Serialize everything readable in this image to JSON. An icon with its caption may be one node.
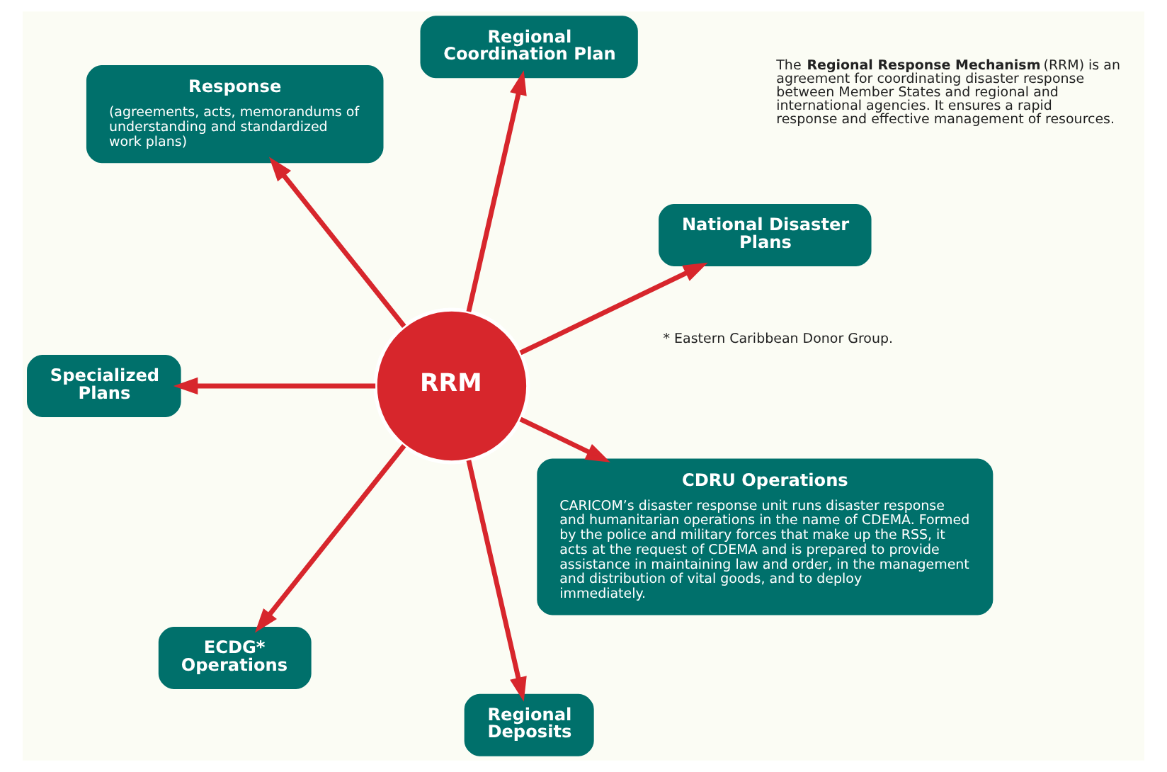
{
  "diagram": {
    "nodes": [
      {
        "text": [
          "National Disaster Plans"
        ]
      },
      {
        "text": [
          "Regional Coordination Plan"
        ]
      },
      {
        "text": [
          "Response",
          "(agreements, acts, memorandums of understanding and standardized work plans)"
        ]
      },
      {
        "text": [
          "RRM"
        ]
      },
      {
        "text": [
          "Specialized Plans"
        ]
      },
      {
        "text": [
          "ECDG* Operations"
        ]
      },
      {
        "text": [
          "Regional Deposits"
        ]
      },
      {
        "text": [
          "CDRU Operations",
          "CARICOM’s disaster response unit runs disaster response and humanitarian operations in the name of CDEMA. Formed by the police and military forces that make up the RSS, it acts at the request of CDEMA and is prepared to provide assistance in maintaining law and order, in the management and distribution of vital goods, and to deploy immediately."
        ]
      }
    ],
    "edges": [
      {
        "from": 3,
        "to": 0,
        "arrow": "to"
      },
      {
        "from": 3,
        "to": 1,
        "arrow": "to"
      },
      {
        "from": 3,
        "to": 4,
        "arrow": "to"
      },
      {
        "from": 3,
        "to": 6,
        "arrow": "to"
      },
      {
        "from": 3,
        "to": 7,
        "arrow": "to"
      },
      {
        "from": 3,
        "to": 5,
        "arrow": "to"
      },
      {
        "from": 3,
        "to": 2,
        "arrow": "to"
      }
    ],
    "labels": [
      "The **Regional Response Mechanism** (RRM) is an agreement for coordinating disaster response between Member States and regional and international agencies. It ensures a rapid response and effective management of resources.",
      "* Eastern Caribbean Donor Group."
    ]
  }
}
